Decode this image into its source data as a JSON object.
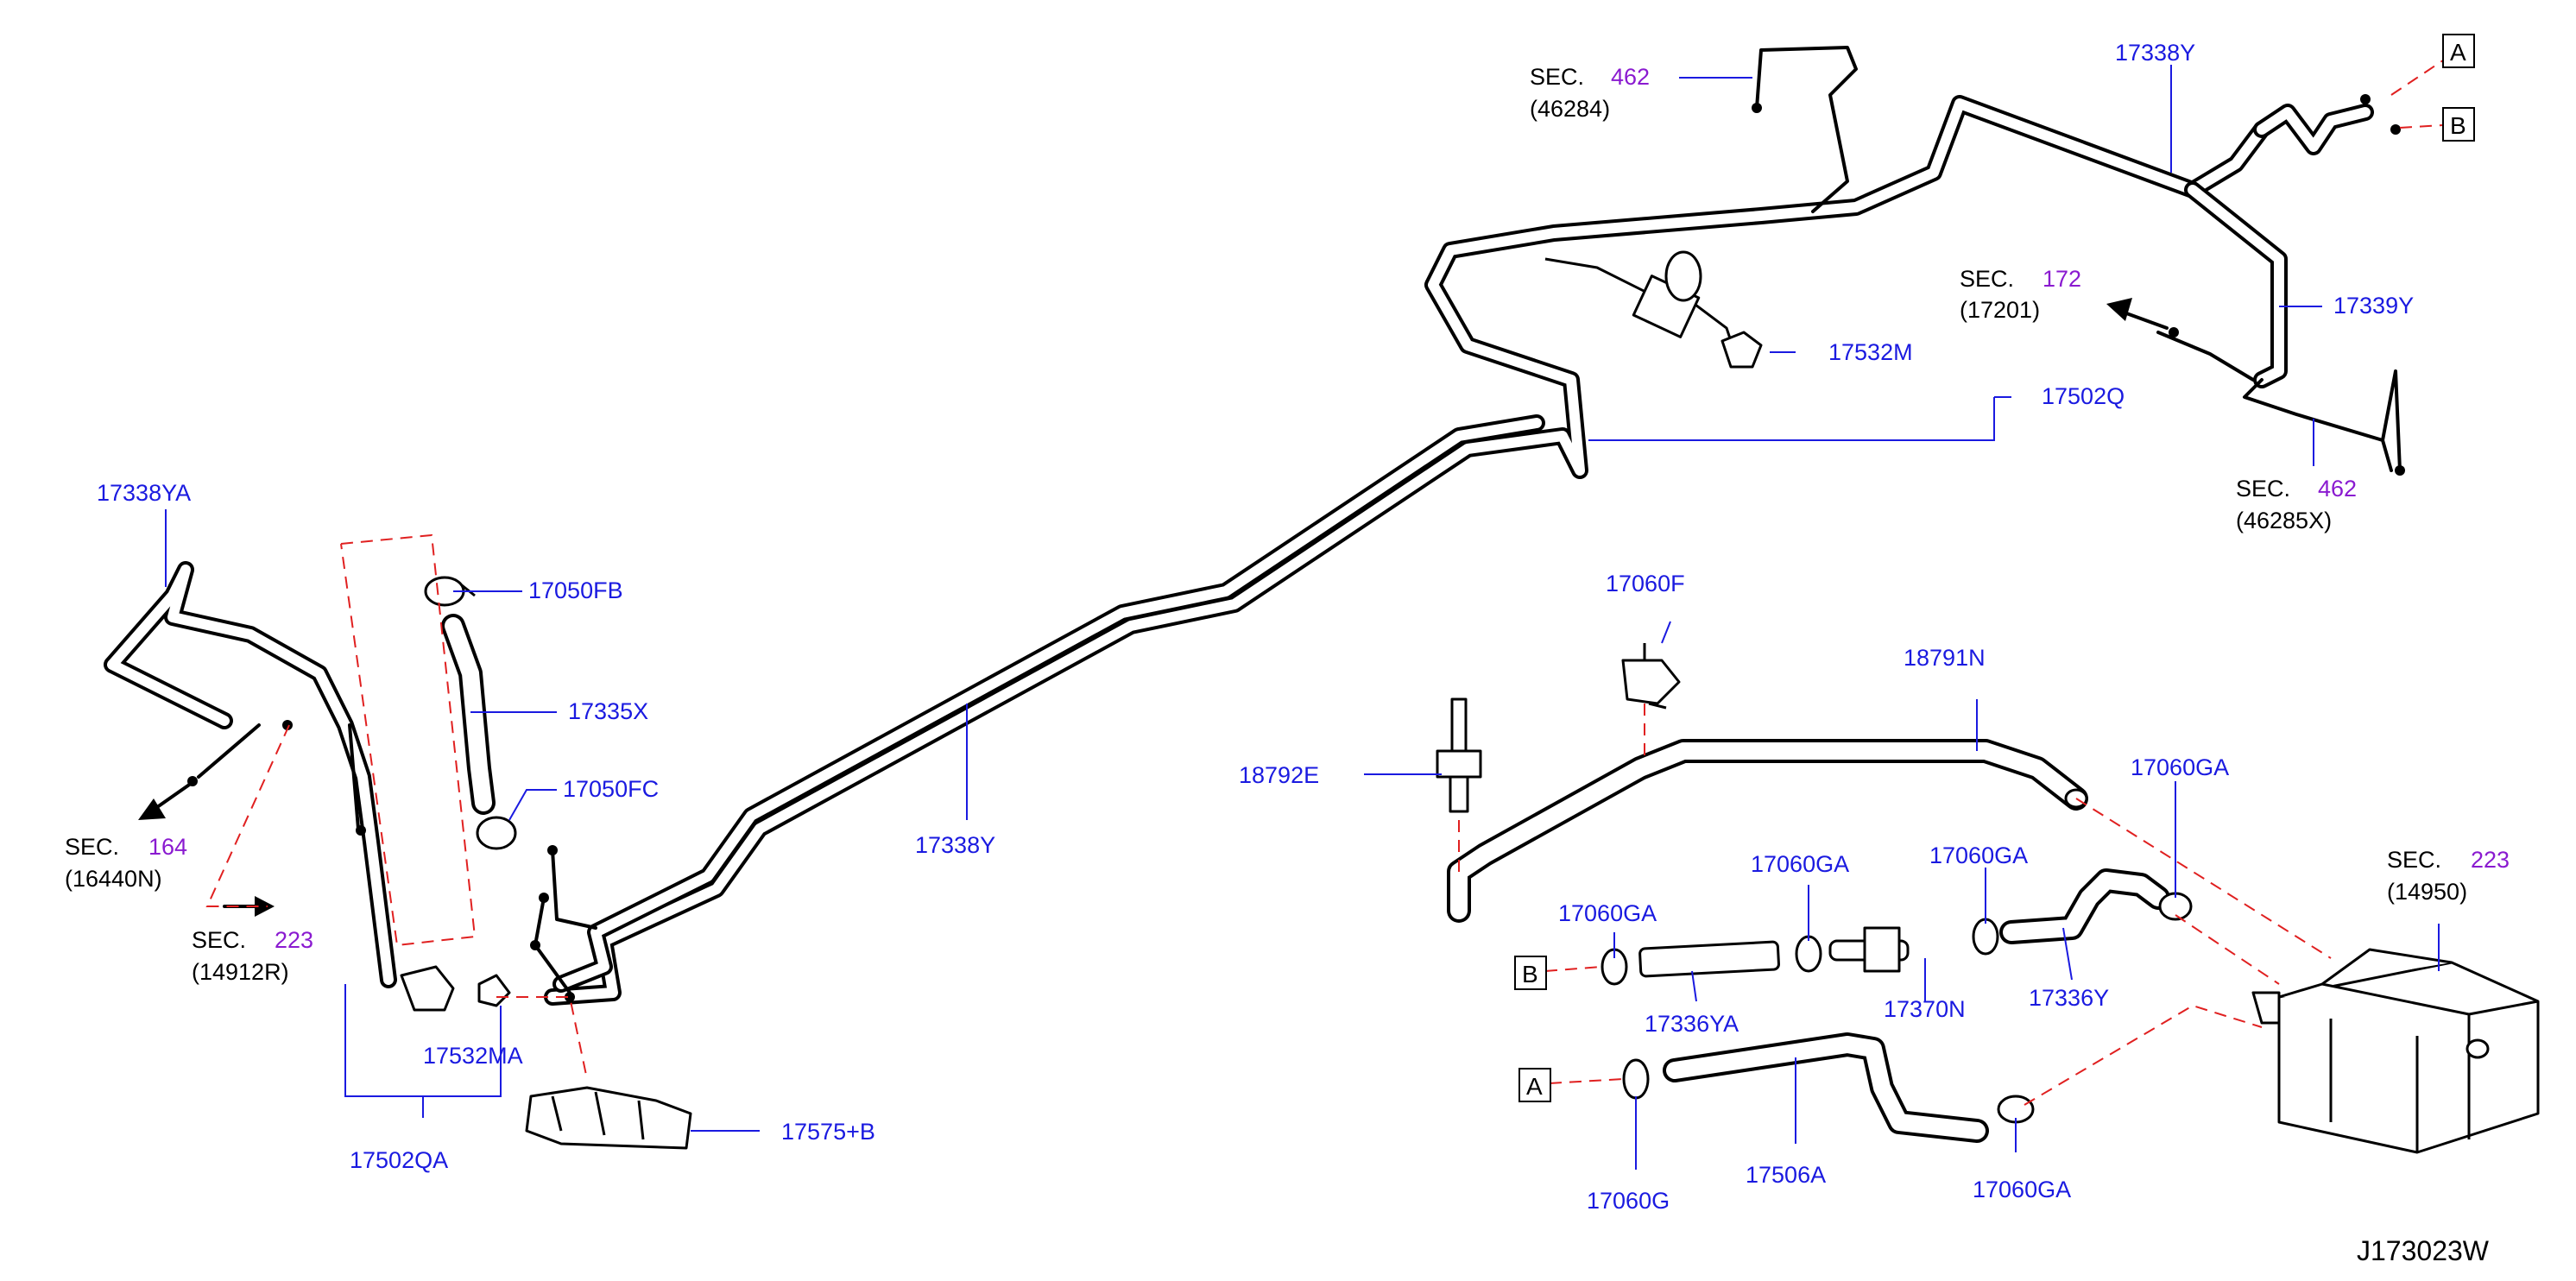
{
  "diagram": {
    "code": "J173023W",
    "sec_prefix": "SEC.",
    "part_numbers": {
      "p17338YA": "17338YA",
      "p17050FB": "17050FB",
      "p17335X": "17335X",
      "p17050FC": "17050FC",
      "p17338Y_main": "17338Y",
      "p17338Y_top": "17338Y",
      "p17532MA": "17532MA",
      "p17502QA": "17502QA",
      "p17575B": "17575+B",
      "p17532M": "17532M",
      "p17502Q": "17502Q",
      "p17339Y": "17339Y",
      "p17060F": "17060F",
      "p18791N": "18791N",
      "p18792E": "18792E",
      "p17060GA_a": "17060GA",
      "p17060GA_b": "17060GA",
      "p17060GA_c": "17060GA",
      "p17060GA_d": "17060GA",
      "p17060GA_e": "17060GA",
      "p17336YA": "17336YA",
      "p17370N": "17370N",
      "p17336Y": "17336Y",
      "p17060G": "17060G",
      "p17506A": "17506A"
    },
    "section_refs": {
      "s462_top": {
        "num": "462",
        "ref": "(46284)"
      },
      "s462_bottom": {
        "num": "462",
        "ref": "(46285X)"
      },
      "s172": {
        "num": "172",
        "ref": "(17201)"
      },
      "s164": {
        "num": "164",
        "ref": "(16440N)"
      },
      "s223_left": {
        "num": "223",
        "ref": "(14912R)"
      },
      "s223_right": {
        "num": "223",
        "ref": "(14950)"
      }
    },
    "connectors": {
      "A_top": "A",
      "B_top": "B",
      "A_bottom": "A",
      "B_bottom": "B"
    }
  },
  "colors": {
    "part_label": "#1a1ae0",
    "section_number": "#8a1ad0",
    "dashed_guide": "#e02020",
    "line": "#000000"
  }
}
